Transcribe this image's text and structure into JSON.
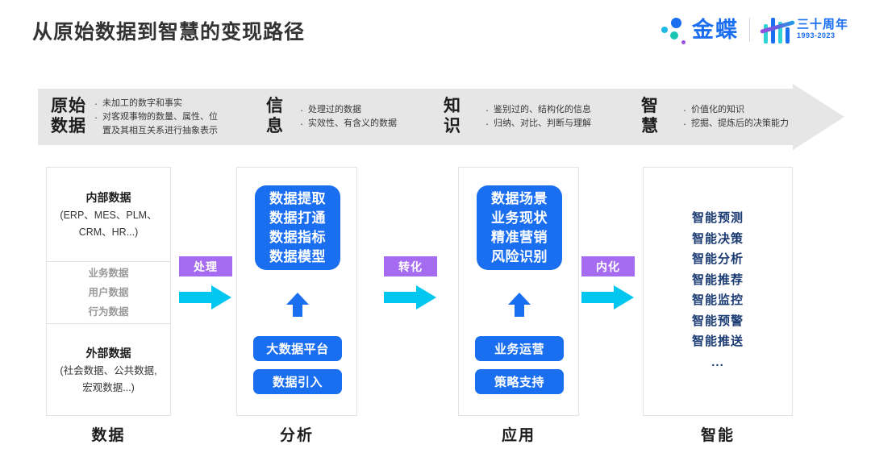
{
  "header": {
    "title": "从原始数据到智慧的变现路径",
    "brand_name": "金蝶",
    "anniversary_title": "三十周年",
    "anniversary_years": "1993-2023",
    "accent_blue": "#1a6ef0",
    "accent_cyan": "#2fd3d3",
    "accent_purple": "#9b51e0"
  },
  "banner": {
    "background": "#e6e6e6",
    "stages": [
      {
        "title": "原始\n数据",
        "bullets": [
          "未加工的数字和事实",
          "对客观事物的数量、属性、位\n置及其相互关系进行抽象表示"
        ]
      },
      {
        "title": "信\n息",
        "bullets": [
          "处理过的数据",
          "实效性、有含义的数据"
        ]
      },
      {
        "title": "知\n识",
        "bullets": [
          "鉴别过的、结构化的信息",
          "归纳、对比、判断与理解"
        ]
      },
      {
        "title": "智\n慧",
        "bullets": [
          "价值化的知识",
          "挖掘、提炼后的决策能力"
        ]
      }
    ],
    "bullet_glyph": "·"
  },
  "columns": {
    "data": {
      "footer": "数据",
      "internal_title": "内部数据",
      "internal_sub": "(ERP、MES、PLM、\nCRM、HR...)",
      "middle_items": [
        "业务数据",
        "用户数据",
        "行为数据"
      ],
      "external_title": "外部数据",
      "external_sub": "(社会数据、公共数据,\n宏观数据...)"
    },
    "analysis": {
      "footer": "分析",
      "box_items": [
        "数据提取",
        "数据打通",
        "数据指标",
        "数据模型"
      ],
      "pills": [
        "大数据平台",
        "数据引入"
      ],
      "box_color": "#1a6ef0"
    },
    "application": {
      "footer": "应用",
      "box_items": [
        "数据场景",
        "业务现状",
        "精准营销",
        "风险识别"
      ],
      "pills": [
        "业务运营",
        "策略支持"
      ],
      "box_color": "#1a6ef0"
    },
    "intelligence": {
      "footer": "智能",
      "items": [
        "智能预测",
        "智能决策",
        "智能分析",
        "智能推荐",
        "智能监控",
        "智能预警",
        "智能推送"
      ],
      "ellipsis": "...",
      "text_color": "#1b3b73"
    }
  },
  "connectors": [
    {
      "label": "处理",
      "badge_color": "#a56bf0",
      "arrow_color": "#00c6f0"
    },
    {
      "label": "转化",
      "badge_color": "#a56bf0",
      "arrow_color": "#00c6f0"
    },
    {
      "label": "内化",
      "badge_color": "#a56bf0",
      "arrow_color": "#00c6f0"
    }
  ]
}
